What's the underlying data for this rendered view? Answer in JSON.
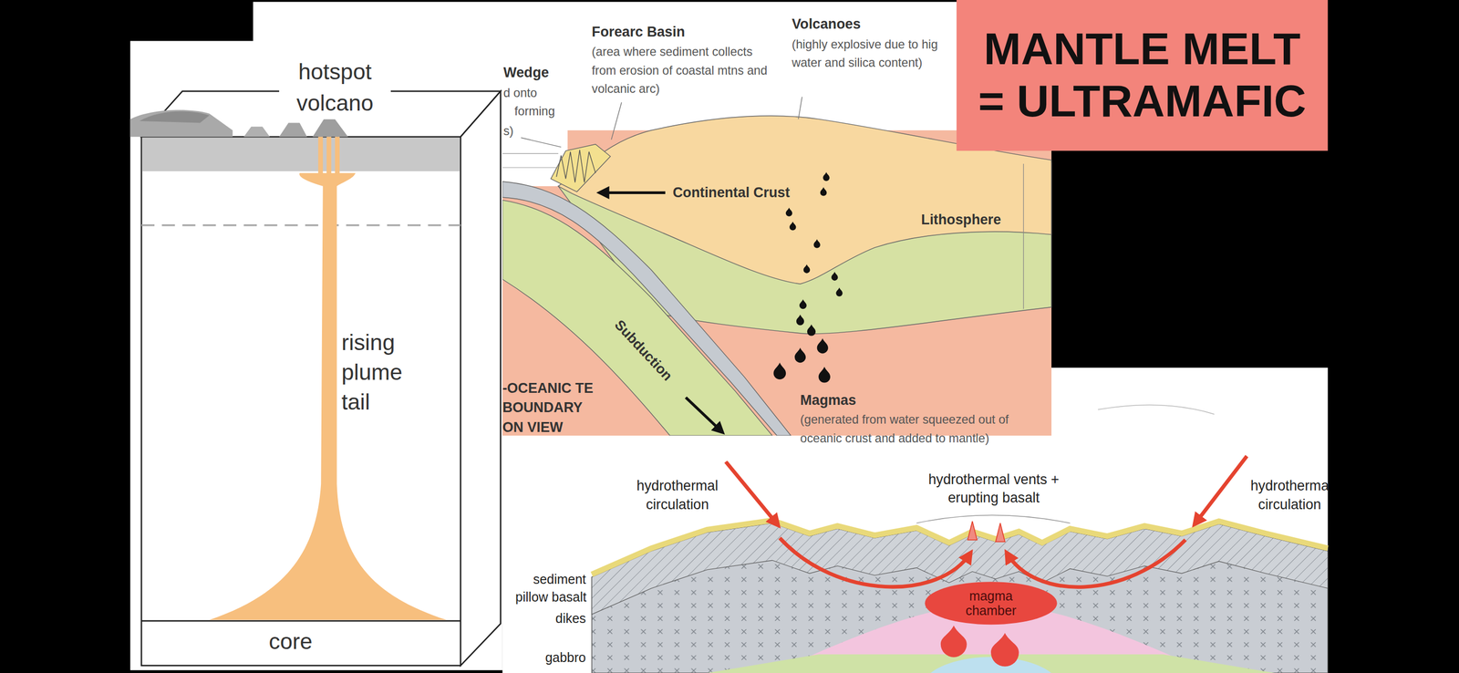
{
  "diagram": {
    "nodes": [
      {
        "text": [
          "MANTLE MELT = ULTRAMAFIC"
        ]
      },
      {
        "text": [
          "magma chamber"
        ]
      }
    ],
    "labels": [
      "hotspot volcano",
      "rising plume tail",
      "core",
      "Wedge",
      "d onto",
      "forming",
      "s)",
      "Forearc Basin",
      "(area where sediment collects from erosion of coastal mtns and volcanic arc)",
      "Volcanoes",
      "(highly explosive due to hig water and silica content)",
      "Continental Crust",
      "Lithosphere",
      "Subduction",
      "-OCEANIC TE BOUNDARY ON VIEW",
      "Magmas",
      "(generated from water squeezed out of oceanic crust and added to mantle)",
      "hydrothermal circulation",
      "hydrothermal vents + erupting basalt",
      "hydrotherma circulation",
      "sediment",
      "pillow basalt",
      "dikes",
      "gabbro"
    ]
  }
}
